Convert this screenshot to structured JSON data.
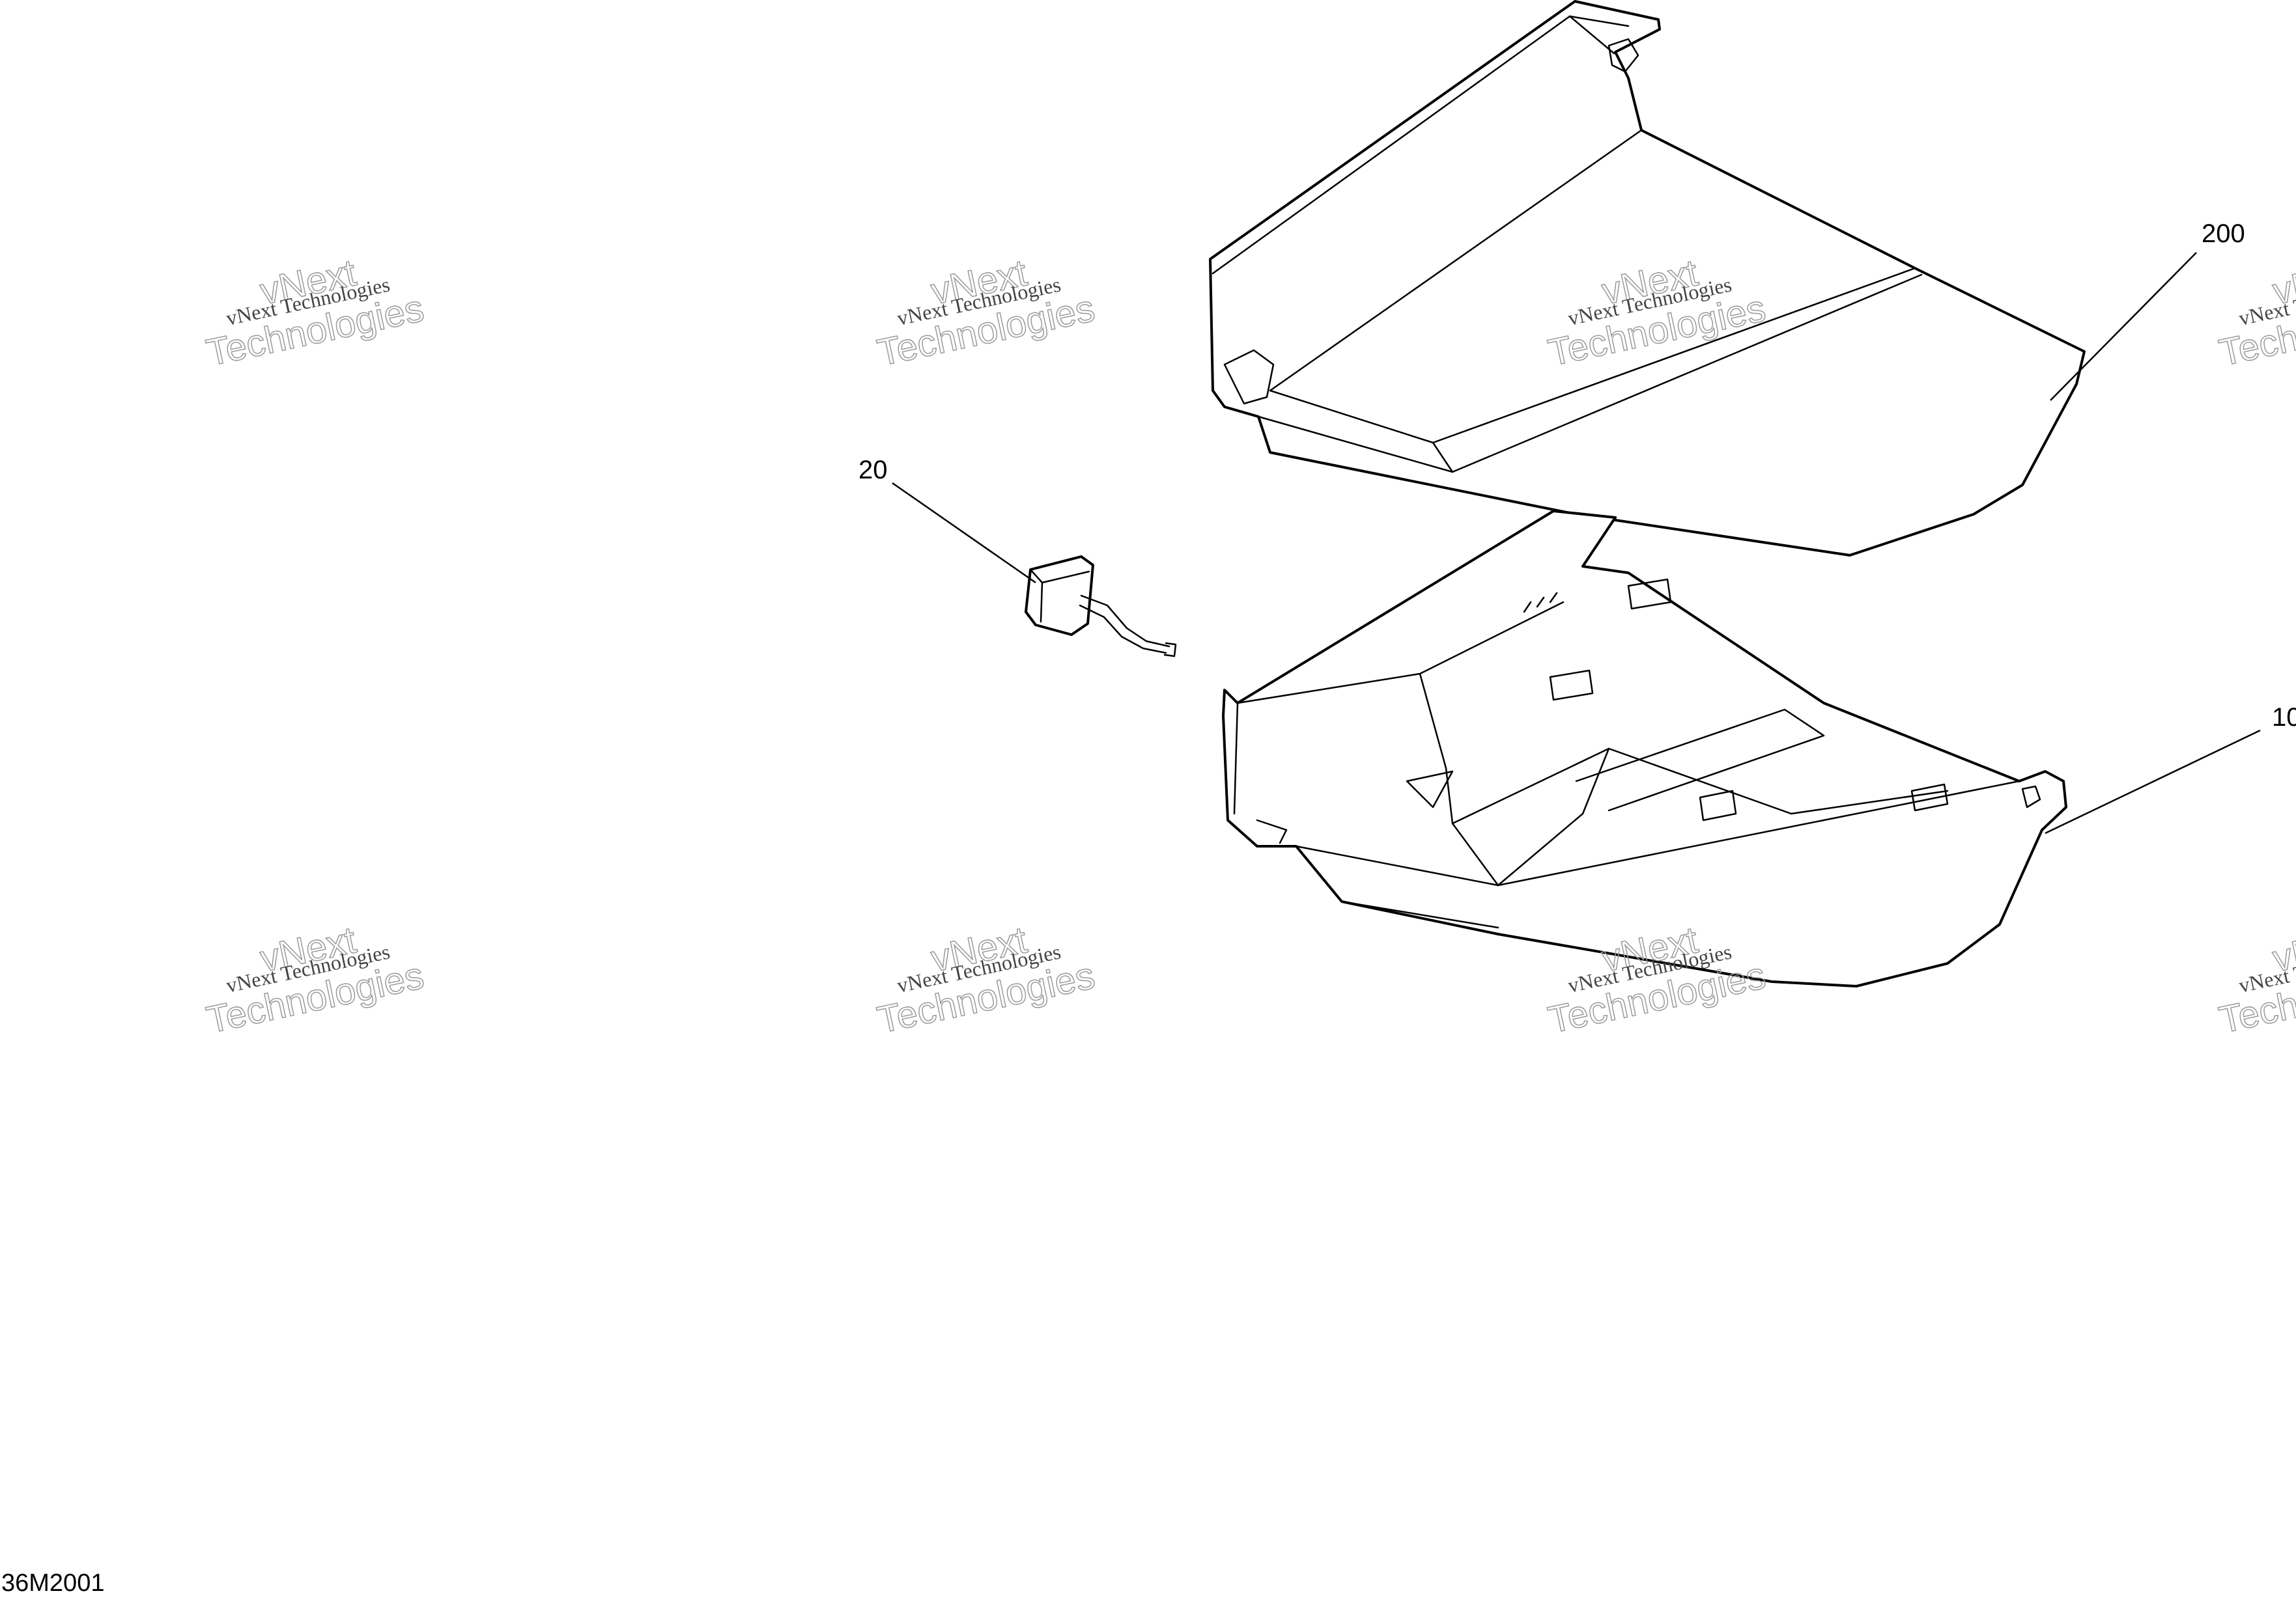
{
  "diagram": {
    "figure_code": "36M2001",
    "callouts": {
      "windshield": "200",
      "module": "20",
      "console": "10"
    },
    "watermark": {
      "line_small": "vNext Technologies",
      "line_big_1": "vNext",
      "line_big_2": "Technologies"
    }
  }
}
